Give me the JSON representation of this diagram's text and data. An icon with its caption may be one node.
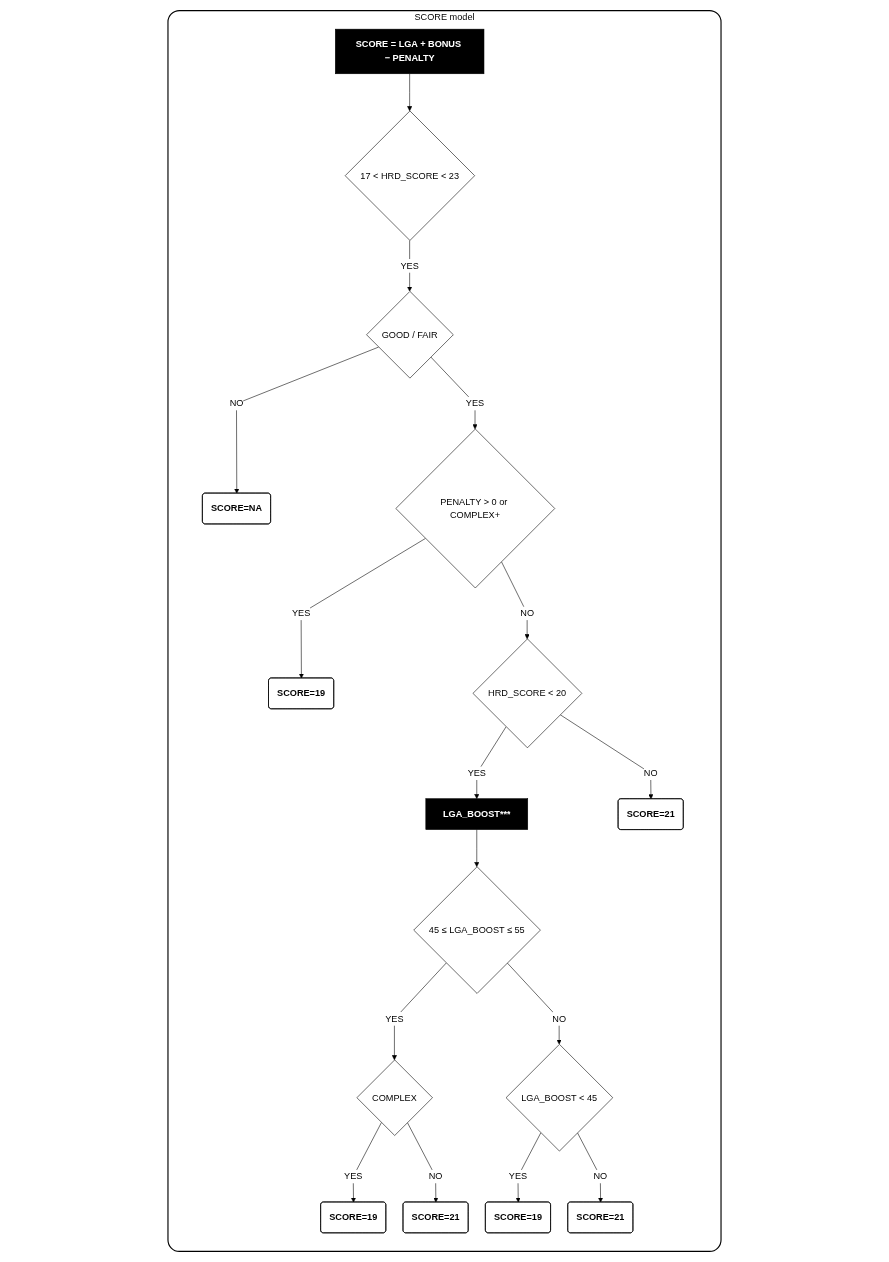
{
  "diagram": {
    "nodes": [
      {
        "text": [
          "SCORE model"
        ]
      },
      {
        "text": [
          "SCORE = LGA + BONUS − PENALTY"
        ],
        "in": 0
      },
      {
        "text": [
          "17 < HRD_SCORE < 23"
        ],
        "in": 0
      },
      {
        "text": [
          "GOOD / FAIR"
        ],
        "in": 0
      },
      {
        "text": [
          "SCORE=NA"
        ],
        "in": 0
      },
      {
        "text": [
          "PENALTY > 0 or COMPLEX+"
        ],
        "in": 0
      },
      {
        "text": [
          "SCORE=19"
        ],
        "in": 0
      },
      {
        "text": [
          "HRD_SCORE < 20"
        ],
        "in": 0
      },
      {
        "text": [
          "SCORE=21"
        ],
        "in": 0
      },
      {
        "text": [
          "LGA_BOOST***"
        ],
        "in": 0
      },
      {
        "text": [
          "45 ≤ LGA_BOOST ≤ 55"
        ],
        "in": 0
      },
      {
        "text": [
          "COMPLEX"
        ],
        "in": 0
      },
      {
        "text": [
          "LGA_BOOST < 45"
        ],
        "in": 0
      },
      {
        "text": [
          "SCORE=21"
        ],
        "in": 0
      },
      {
        "text": [
          "SCORE=21"
        ],
        "in": 0
      },
      {
        "text": [
          "SCORE=19"
        ],
        "in": 0
      },
      {
        "text": [
          "SCORE=19"
        ],
        "in": 0
      }
    ],
    "edges": [
      {
        "from": 1,
        "to": 2,
        "arrow": "to"
      },
      {
        "from": 2,
        "to": 3,
        "label": "YES",
        "arrow": "to"
      },
      {
        "from": 3,
        "to": 4,
        "label": "NO",
        "arrow": "to"
      },
      {
        "from": 3,
        "to": 5,
        "label": "YES",
        "arrow": "to"
      },
      {
        "from": 5,
        "to": 6,
        "label": "YES",
        "arrow": "to"
      },
      {
        "from": 5,
        "to": 7,
        "label": "NO",
        "arrow": "to"
      },
      {
        "from": 7,
        "to": 9,
        "label": "YES",
        "arrow": "to"
      },
      {
        "from": 7,
        "to": 8,
        "label": "NO",
        "arrow": "to"
      },
      {
        "from": 9,
        "to": 10,
        "arrow": "to"
      },
      {
        "from": 10,
        "to": 11,
        "label": "YES",
        "arrow": "to"
      },
      {
        "from": 10,
        "to": 12,
        "label": "NO",
        "arrow": "to"
      },
      {
        "from": 11,
        "to": 15,
        "label": "YES",
        "arrow": "to"
      },
      {
        "from": 11,
        "to": 13,
        "label": "NO",
        "arrow": "to"
      },
      {
        "from": 12,
        "to": 16,
        "label": "YES",
        "arrow": "to"
      },
      {
        "from": 12,
        "to": 14,
        "label": "NO",
        "arrow": "to"
      }
    ]
  }
}
